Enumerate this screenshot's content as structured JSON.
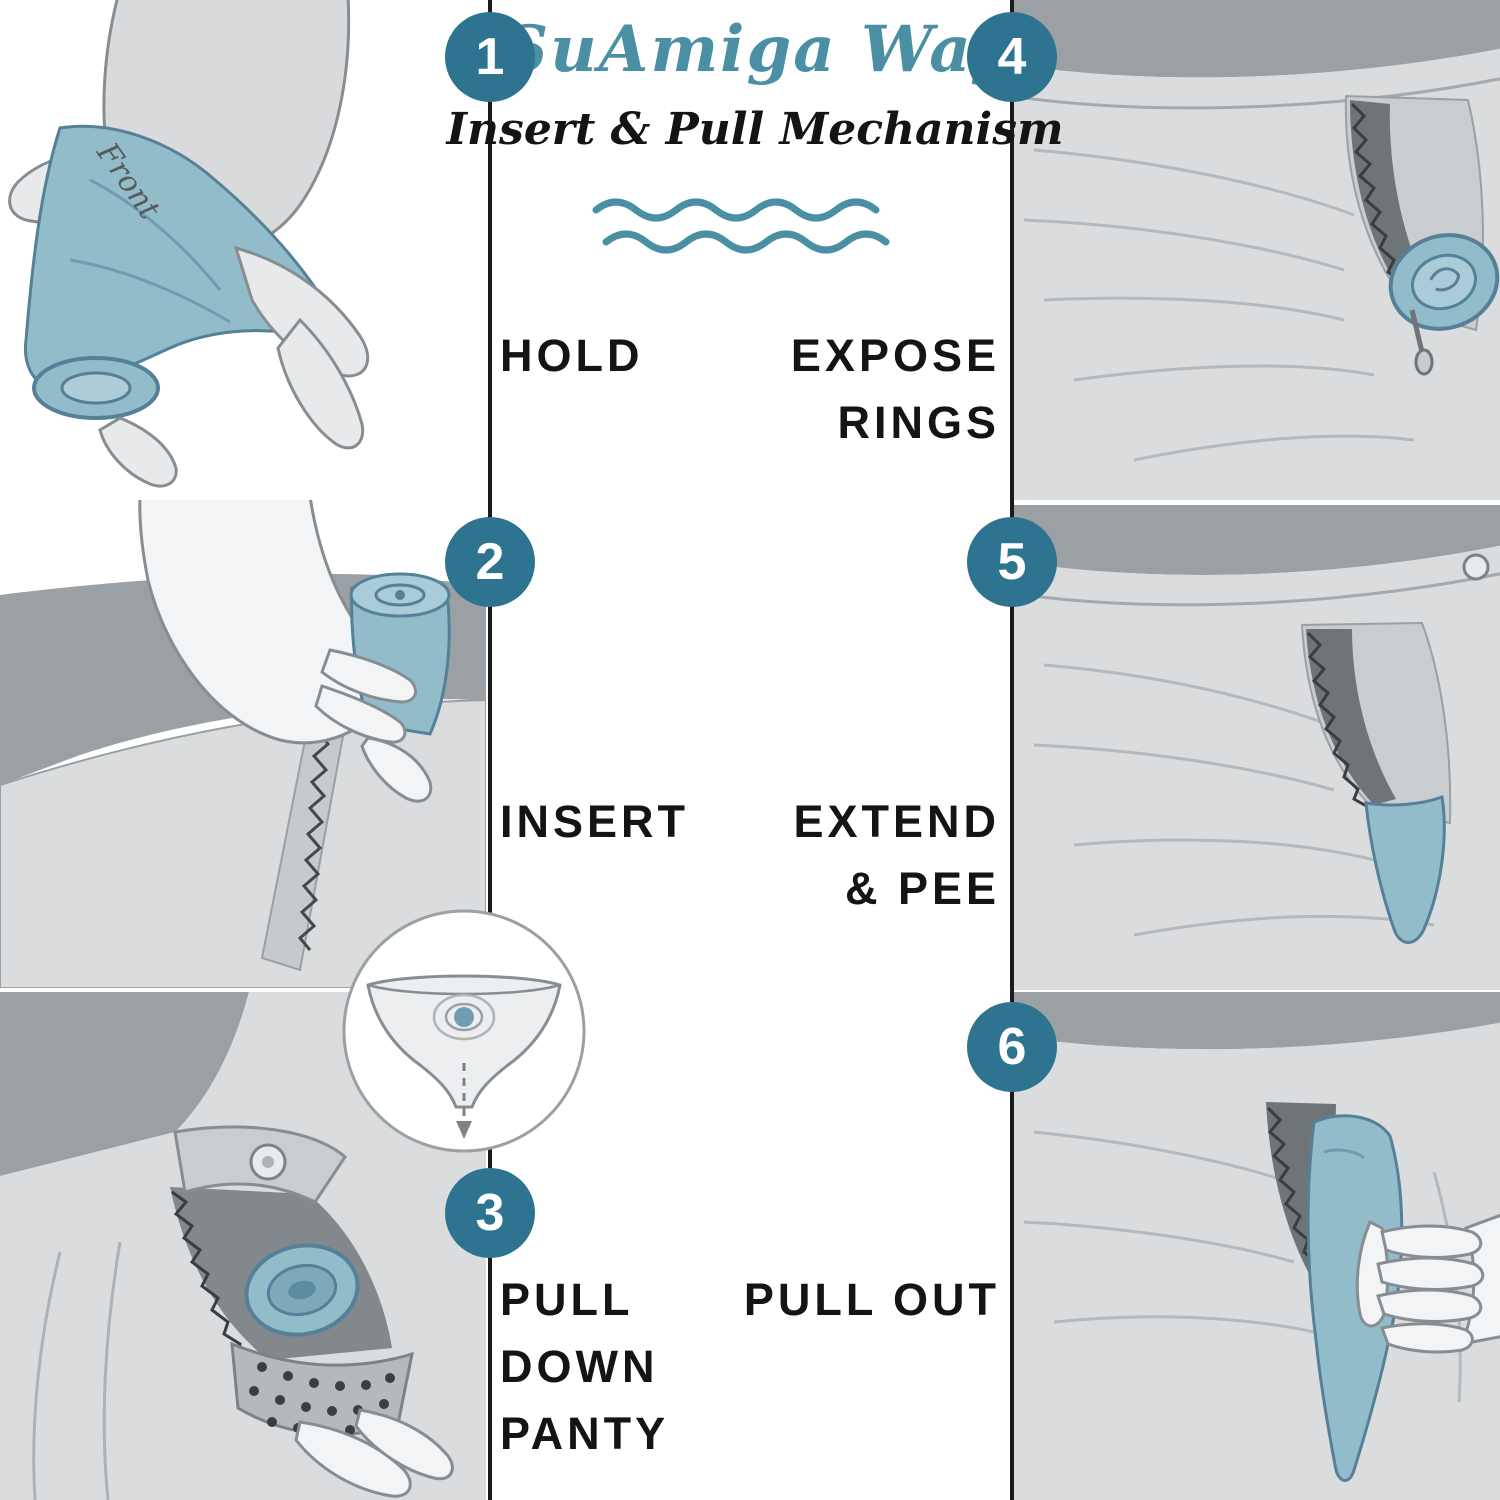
{
  "header": {
    "brand": "SuAmiga Way",
    "subtitle": "Insert & Pull Mechanism"
  },
  "steps": [
    {
      "number": "1",
      "lines": [
        "HOLD"
      ]
    },
    {
      "number": "2",
      "lines": [
        "INSERT"
      ]
    },
    {
      "number": "3",
      "lines": [
        "PULL",
        "DOWN",
        "PANTY"
      ]
    },
    {
      "number": "4",
      "lines": [
        "EXPOSE",
        "RINGS"
      ]
    },
    {
      "number": "5",
      "lines": [
        "EXTEND",
        "& PEE"
      ]
    },
    {
      "number": "6",
      "lines": [
        "PULL OUT"
      ]
    }
  ],
  "illustration_labels": {
    "front": "Front"
  },
  "colors": {
    "badge_teal": "#2e7490",
    "title_teal": "#4b8fa4",
    "device_blue": "#93bccb",
    "device_blue_dark": "#558198",
    "garment_light": "#dadcdd",
    "garment_dark": "#9aa0a3",
    "skin_white": "#f3f4f5",
    "text_black": "#141414"
  }
}
